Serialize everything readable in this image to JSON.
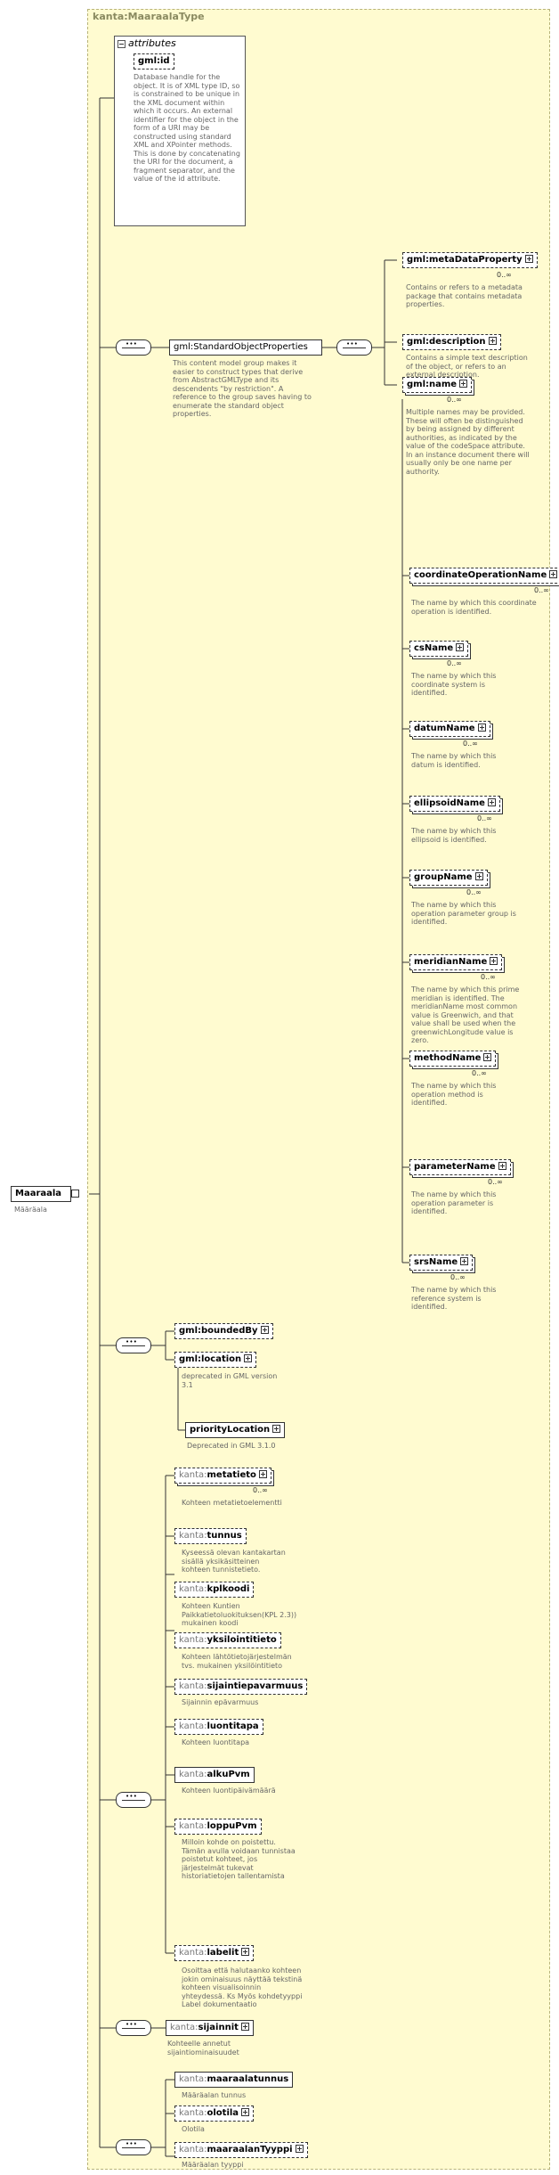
{
  "type_title": "kanta:MaaraalaType",
  "attributes": {
    "title": "attributes",
    "gml_id": {
      "label": "gml:id",
      "desc": "Database handle for the object.  It is of XML type ID, so is constrained to be unique in the XML document within which it occurs.  An external identifier for the object in the form of a URI may be constructed using standard XML and XPointer methods.  This is done by concatenating the URI for the document, a fragment separator, and the value of the id attribute."
    }
  },
  "root": {
    "label": "Maaraala",
    "desc": "Määräala"
  },
  "gml_standard": {
    "label": "gml:StandardObjectProperties",
    "desc": "This content model group makes it easier to construct types that derive from AbstractGMLType and its descendents \"by restriction\".  A reference to the group saves having to enumerate the standard object properties."
  },
  "standard_children": [
    {
      "label": "gml:metaDataProperty",
      "card": "0..∞",
      "desc": "Contains or refers to a metadata package that contains metadata properties."
    },
    {
      "label": "gml:description",
      "card": "",
      "desc": "Contains a simple text description of the object, or refers to an external description."
    },
    {
      "label": "gml:name",
      "card": "0..∞",
      "desc": "Multiple names may be provided.  These will often be distinguished by being assigned by different authorities, as indicated by the value of the codeSpace attribute.  In an instance document there will usually only be one name per authority."
    }
  ],
  "name_subst": [
    {
      "label": "coordinateOperationName",
      "card": "0..∞",
      "desc": "The name by which this coordinate operation is identified."
    },
    {
      "label": "csName",
      "card": "0..∞",
      "desc": "The name by which this coordinate system is identified."
    },
    {
      "label": "datumName",
      "card": "0..∞",
      "desc": "The name by which this datum is identified."
    },
    {
      "label": "ellipsoidName",
      "card": "0..∞",
      "desc": "The name by which this ellipsoid is identified."
    },
    {
      "label": "groupName",
      "card": "0..∞",
      "desc": "The name by which this operation parameter group is identified."
    },
    {
      "label": "meridianName",
      "card": "0..∞",
      "desc": "The name by which this prime meridian is identified. The meridianName most common value is Greenwich, and that value shall be used when the greenwichLongitude value is zero."
    },
    {
      "label": "methodName",
      "card": "0..∞",
      "desc": "The name by which this operation method is identified."
    },
    {
      "label": "parameterName",
      "card": "0..∞",
      "desc": "The name by which this operation parameter is identified."
    },
    {
      "label": "srsName",
      "card": "0..∞",
      "desc": "The name by which this reference system is identified."
    }
  ],
  "bounded": {
    "boundedBy": {
      "label": "gml:boundedBy"
    },
    "location": {
      "label": "gml:location",
      "desc": "deprecated in GML version 3.1"
    },
    "priorityLocation": {
      "label": "priorityLocation",
      "desc": "Deprecated in GML 3.1.0"
    }
  },
  "kanta_group": [
    {
      "prefix": "kanta:",
      "name": "metatieto",
      "card": "0..∞",
      "desc": "Kohteen metatietoelementti"
    },
    {
      "prefix": "kanta:",
      "name": "tunnus",
      "card": "",
      "desc": "Kyseessä olevan kantakartan sisällä yksikäsitteinen kohteen tunnistetieto."
    },
    {
      "prefix": "kanta:",
      "name": "kplkoodi",
      "card": "",
      "desc": "Kohteen Kuntien Paikkatietoluokituksen(KPL 2.3)) mukainen koodi"
    },
    {
      "prefix": "kanta:",
      "name": "yksilointitieto",
      "card": "",
      "desc": "Kohteen lähtötietojärjestelmän  tvs. mukainen yksilöintitieto"
    },
    {
      "prefix": "kanta:",
      "name": "sijaintiepavarmuus",
      "card": "",
      "desc": "Sijainnin epävarmuus"
    },
    {
      "prefix": "kanta:",
      "name": "luontitapa",
      "card": "",
      "desc": "Kohteen luontitapa"
    },
    {
      "prefix": "kanta:",
      "name": "alkuPvm",
      "card": "",
      "desc": "Kohteen luontipäivämäärä"
    },
    {
      "prefix": "kanta:",
      "name": "loppuPvm",
      "card": "",
      "desc": "Milloin kohde on poistettu. Tämän avulla voidaan tunnistaa poistetut kohteet, jos järjestelmät tukevat historiatietojen tallentamista"
    },
    {
      "prefix": "kanta:",
      "name": "labelit",
      "card": "",
      "desc": "Osoittaa että halutaanko kohteen jokin ominaisuus näyttää tekstinä kohteen visualisoinnin yhteydessä.  Ks Myös kohdetyyppi Label dokumentaatio"
    }
  ],
  "sijainnit": {
    "prefix": "kanta:",
    "name": "sijainnit",
    "desc": "Kohteelle annetut sijaintiominaisuudet"
  },
  "final_group": [
    {
      "prefix": "kanta:",
      "name": "maaraalatunnus",
      "desc": "Määräalan tunnus"
    },
    {
      "prefix": "kanta:",
      "name": "olotila",
      "desc": "Olotila"
    },
    {
      "prefix": "kanta:",
      "name": "maaraalanTyyppi",
      "desc": "Määräalan tyyppi"
    }
  ]
}
